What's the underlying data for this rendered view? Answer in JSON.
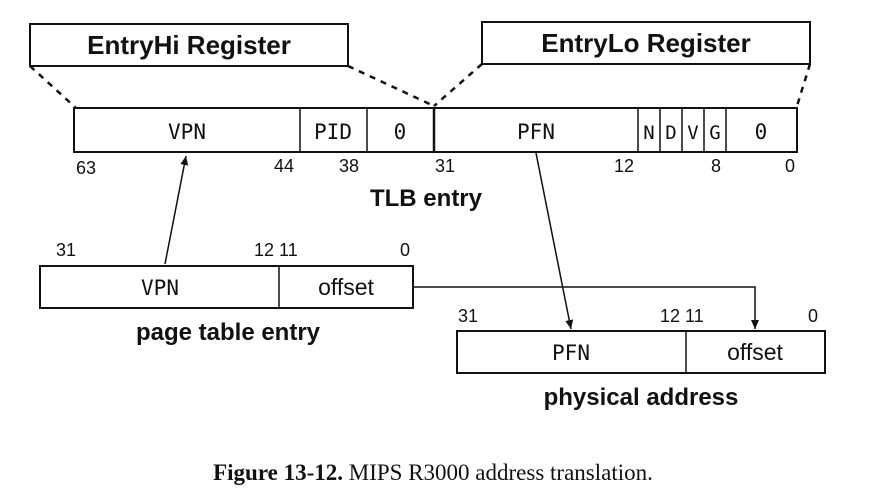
{
  "registers": {
    "entryhi_title": "EntryHi Register",
    "entrylo_title": "EntryLo Register"
  },
  "tlb_entry": {
    "label": "TLB entry",
    "fields": {
      "vpn": "VPN",
      "pid": "PID",
      "zero_hi": "0",
      "pfn": "PFN",
      "n": "N",
      "d": "D",
      "v": "V",
      "g": "G",
      "zero_lo": "0"
    },
    "bits": {
      "b63": "63",
      "b44": "44",
      "b38": "38",
      "b31": "31",
      "b12": "12",
      "b8": "8",
      "b0": "0"
    }
  },
  "page_table_entry": {
    "label": "page table entry",
    "vpn": "VPN",
    "offset": "offset",
    "bits": {
      "b31": "31",
      "b12_11": "12 11",
      "b0": "0"
    }
  },
  "physical_address": {
    "label": "physical address",
    "pfn": "PFN",
    "offset": "offset",
    "bits": {
      "b31": "31",
      "b12_11": "12 11",
      "b0": "0"
    }
  },
  "caption": {
    "figure_number": "Figure 13-12.",
    "text": "MIPS R3000 address translation."
  }
}
